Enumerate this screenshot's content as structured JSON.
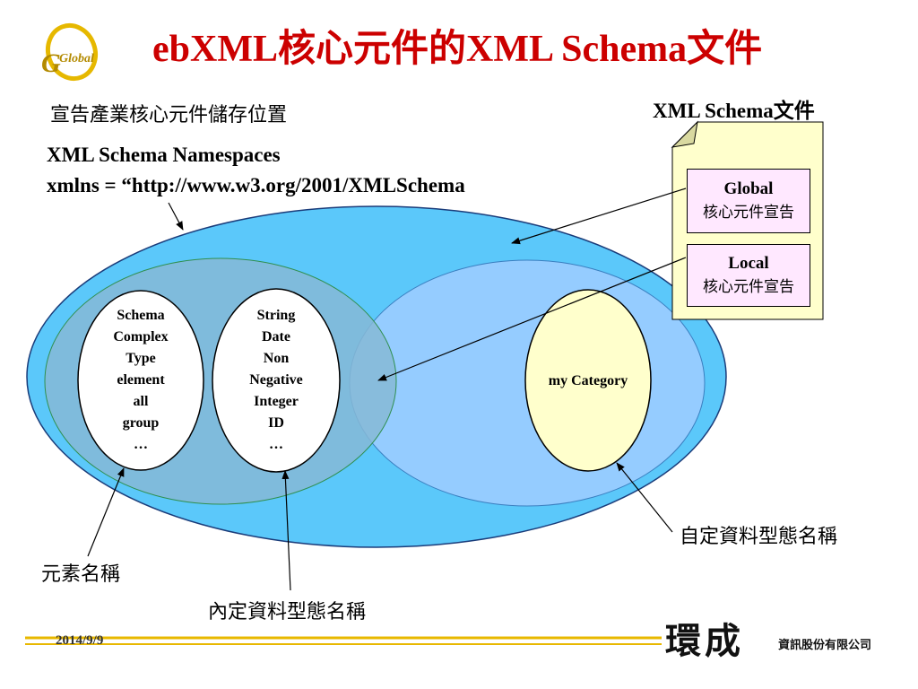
{
  "logo": {
    "text": "Global"
  },
  "title": "ebXML核心元件的XML Schema文件",
  "labels": {
    "core_storage": "宣告產業核心元件儲存位置",
    "namespaces_title": "XML Schema Namespaces",
    "xmlns": "xmlns = “http://www.w3.org/2001/XMLSchema",
    "schema_doc": "XML Schema文件",
    "element_names": "元素名稱",
    "builtin_types": "內定資料型態名稱",
    "custom_types": "自定資料型態名稱"
  },
  "document": {
    "global_box": {
      "title": "Global",
      "subtitle": "核心元件宣告"
    },
    "local_box": {
      "title": "Local",
      "subtitle": "核心元件宣告"
    }
  },
  "ellipses": {
    "schema_items": [
      "Schema",
      "Complex",
      "Type",
      "element",
      "all",
      "group",
      "…"
    ],
    "type_items": [
      "String",
      "Date",
      "Non",
      "Negative",
      "Integer",
      "ID",
      "…"
    ],
    "category": "my Category"
  },
  "footer": {
    "date": "2014/9/9",
    "company": "環成",
    "company_sub": "資訊股份有限公司"
  },
  "colors": {
    "title": "#cc0000",
    "outer_ellipse": "#5bc8fa",
    "left_ellipse": "#86b8d6",
    "right_ellipse": "#99ccff",
    "category_fill": "#ffffcc",
    "doc_fill": "#ffffcc",
    "box_fill": "#ffe8ff",
    "footer_line": "#e8b800"
  }
}
